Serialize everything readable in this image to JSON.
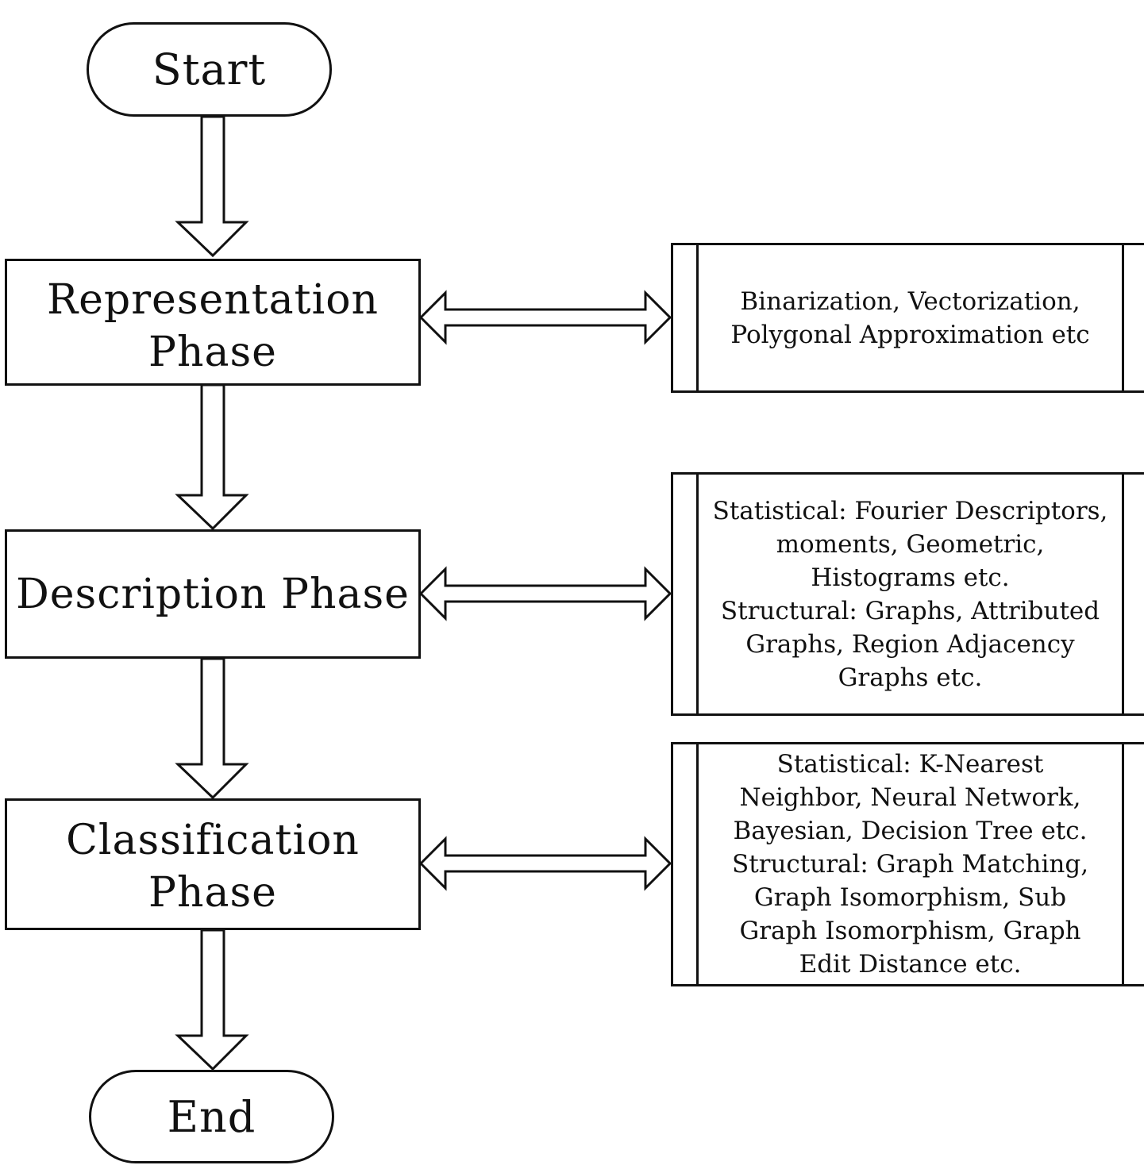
{
  "start": {
    "label": "Start"
  },
  "end": {
    "label": "End"
  },
  "phases": [
    {
      "lines": [
        "Representation",
        "Phase"
      ]
    },
    {
      "lines": [
        "Description Phase"
      ]
    },
    {
      "lines": [
        "Classification",
        "Phase"
      ]
    }
  ],
  "details": [
    {
      "lines": [
        "Binarization, Vectorization,",
        "Polygonal Approximation etc"
      ]
    },
    {
      "lines": [
        "Statistical: Fourier Descriptors,",
        "moments, Geometric,",
        "Histograms etc.",
        "Structural: Graphs, Attributed",
        "Graphs, Region Adjacency",
        "Graphs etc."
      ]
    },
    {
      "lines": [
        "Statistical: K-Nearest",
        "Neighbor, Neural Network,",
        "Bayesian, Decision Tree etc.",
        "Structural: Graph Matching,",
        "Graph Isomorphism, Sub",
        "Graph Isomorphism, Graph",
        "Edit Distance etc."
      ]
    }
  ]
}
